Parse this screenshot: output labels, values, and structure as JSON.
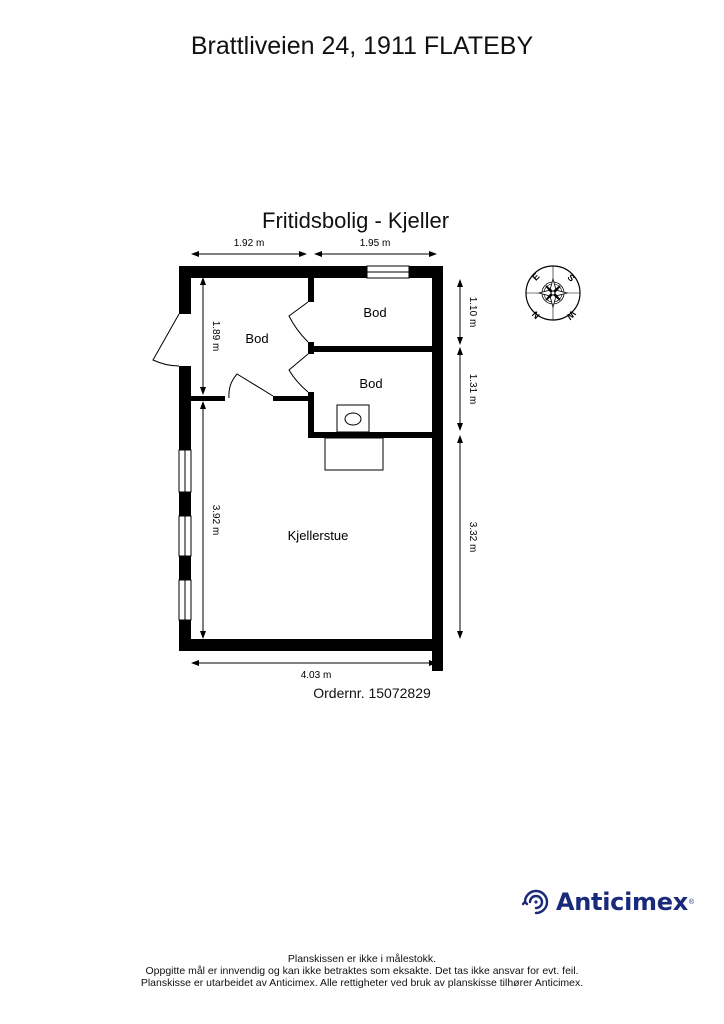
{
  "header": {
    "address": "Brattliveien 24, 1911 FLATEBY",
    "floor_title": "Fritidsbolig  - Kjeller"
  },
  "plan": {
    "rooms": [
      {
        "name": "Bod"
      },
      {
        "name": "Bod"
      },
      {
        "name": "Bod"
      },
      {
        "name": "Kjellerstue"
      }
    ],
    "dimensions": {
      "top_left": "1.92 m",
      "top_right": "1.95 m",
      "right_upper": "1.10 m",
      "right_middle": "1.31 m",
      "right_lower": "3.32 m",
      "left_upper": "1.89 m",
      "left_lower": "3.92 m",
      "bottom": "4.03 m"
    },
    "compass": {
      "labels": [
        "E",
        "S",
        "N",
        "W"
      ]
    }
  },
  "order": "Ordernr. 15072829",
  "brand": {
    "name": "Anticimex",
    "color": "#1a2a7a"
  },
  "footer": {
    "lines": [
      "Planskissen er ikke i målestokk.",
      "Oppgitte mål er innvendig og kan ikke betraktes som eksakte. Det tas ikke ansvar for evt. feil.",
      "Planskisse er utarbeidet av Anticimex. Alle rettigheter ved bruk av planskisse tilhører Anticimex."
    ]
  }
}
